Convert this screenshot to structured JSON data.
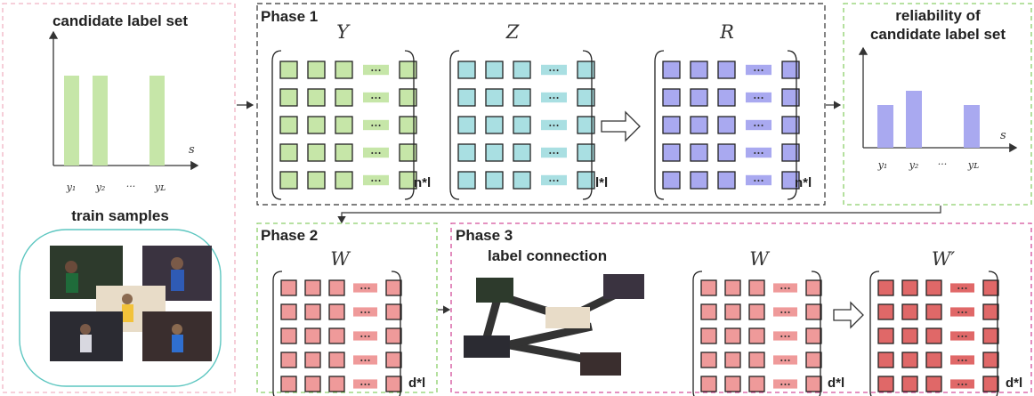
{
  "left_panel": {
    "title": "candidate label set",
    "axis_s": "s",
    "ticks": [
      "y₁",
      "y₂",
      "···",
      "yʟ"
    ],
    "samples_title": "train samples"
  },
  "phase1": {
    "title": "Phase 1",
    "matrices": [
      {
        "symbol": "Y",
        "dims": "n*l"
      },
      {
        "symbol": "Z",
        "dims": "l*l"
      },
      {
        "symbol": "R",
        "dims": "n*l"
      }
    ]
  },
  "reliability_panel": {
    "title_line1": "reliability of",
    "title_line2": "candidate label set",
    "axis_s": "s",
    "ticks": [
      "y₁",
      "y₂",
      "···",
      "yʟ"
    ]
  },
  "phase2": {
    "title": "Phase 2",
    "symbol": "W",
    "dims": "d*l"
  },
  "phase3": {
    "title": "Phase 3",
    "connection_title": "label connection",
    "matrices": [
      {
        "symbol": "W",
        "dims": "d*l"
      },
      {
        "symbol": "W′",
        "dims": "d*l"
      }
    ]
  },
  "ellipsis": "•••",
  "colors": {
    "green_cell": "#c6e6a8",
    "cyan_cell": "#a9dfe2",
    "purple_cell": "#a9a9f0",
    "pink_cell": "#ef9a9a",
    "red_cell": "#e06868",
    "pink_border": "#f1b4c4",
    "green_border": "#8ccf6a",
    "teal_border": "#5cc6c0",
    "magenta_border": "#d34f9a"
  }
}
